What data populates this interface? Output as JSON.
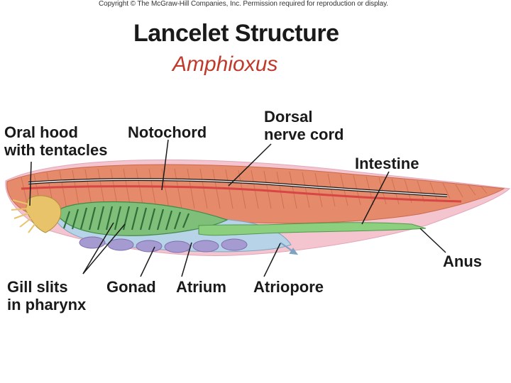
{
  "copyright": "Copyright © The McGraw-Hill Companies, Inc. Permission required for reproduction or display.",
  "title": "Lancelet Structure",
  "subtitle": "Amphioxus",
  "labels": {
    "oral_hood_line1": "Oral hood",
    "oral_hood_line2": "with tentacles",
    "notochord": "Notochord",
    "dorsal_nerve_cord_line1": "Dorsal",
    "dorsal_nerve_cord_line2": "nerve cord",
    "intestine": "Intestine",
    "anus": "Anus",
    "gill_slits_line1": "Gill slits",
    "gill_slits_line2": "in pharynx",
    "gonad": "Gonad",
    "atrium": "Atrium",
    "atriopore": "Atriopore"
  },
  "colors": {
    "muscle": "#e58a6a",
    "body_outline": "#f4c4cf",
    "pharynx": "#7fbf7a",
    "gut": "#8ccf7e",
    "atrium": "#b7d3e8",
    "gonad": "#a69bd0",
    "oral_hood": "#e8c36a",
    "nerve_cord": "#1a1a1a",
    "notochord": "#d84545"
  }
}
